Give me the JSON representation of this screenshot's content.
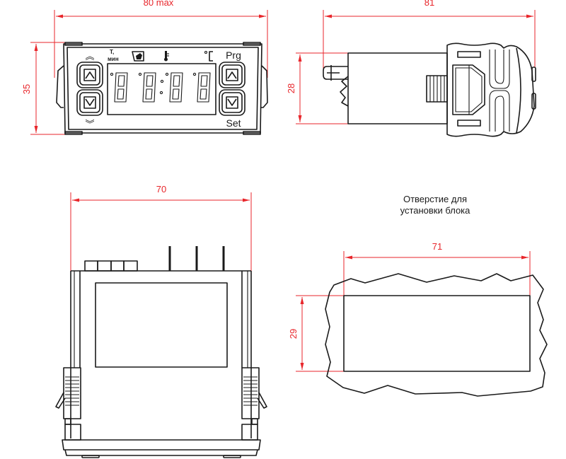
{
  "drawing": {
    "title": "Controller dimensional drawing",
    "dimension_color": "#e8262b",
    "line_color": "#1a1a1a",
    "front_view": {
      "width_label": "80 max",
      "height_label": "35",
      "indicators": {
        "time_label_line1": "T,",
        "time_label_line2": "мин",
        "defrost_icon": "defrost-icon",
        "thermometer_icon": "thermometer-icon",
        "compressor_icon": "compressor-icon"
      },
      "buttons": {
        "prg_label": "Prg",
        "set_label": "Set",
        "left_up_arrows": "︽",
        "left_down_arrows": "︾"
      },
      "display": {
        "digits": 4,
        "colon": true
      }
    },
    "side_view": {
      "depth_label": "81",
      "height_label": "28"
    },
    "top_view": {
      "width_label": "70"
    },
    "cutout_view": {
      "caption_line1": "Отверстие для",
      "caption_line2": "установки блока",
      "width_label": "71",
      "height_label": "29"
    }
  }
}
